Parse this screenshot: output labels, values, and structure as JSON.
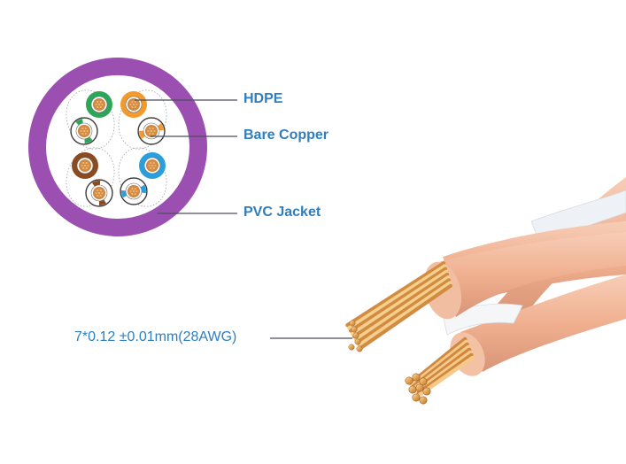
{
  "labels": {
    "hdpe": "HDPE",
    "bare_copper": "Bare Copper",
    "pvc_jacket": "PVC Jacket",
    "conductor_spec": "7*0.12 ±0.01mm(28AWG)"
  },
  "colors": {
    "jacket_purple": "#9b4fb0",
    "label_blue": "#2f7fbf",
    "leader_line": "#4a4f5c",
    "wire_sheath": "#f2b89c",
    "copper": "#e7a65a",
    "pair_green": "#2ea65a",
    "pair_orange": "#f39a2c",
    "pair_brown": "#8a4a22",
    "pair_blue": "#2a9fde"
  },
  "pairs": [
    {
      "name": "green",
      "solid": "#2ea65a",
      "stripe": "#2ea65a"
    },
    {
      "name": "orange",
      "solid": "#f39a2c",
      "stripe": "#f39a2c"
    },
    {
      "name": "brown",
      "solid": "#8a4a22",
      "stripe": "#8a4a22"
    },
    {
      "name": "blue",
      "solid": "#2a9fde",
      "stripe": "#2a9fde"
    }
  ]
}
